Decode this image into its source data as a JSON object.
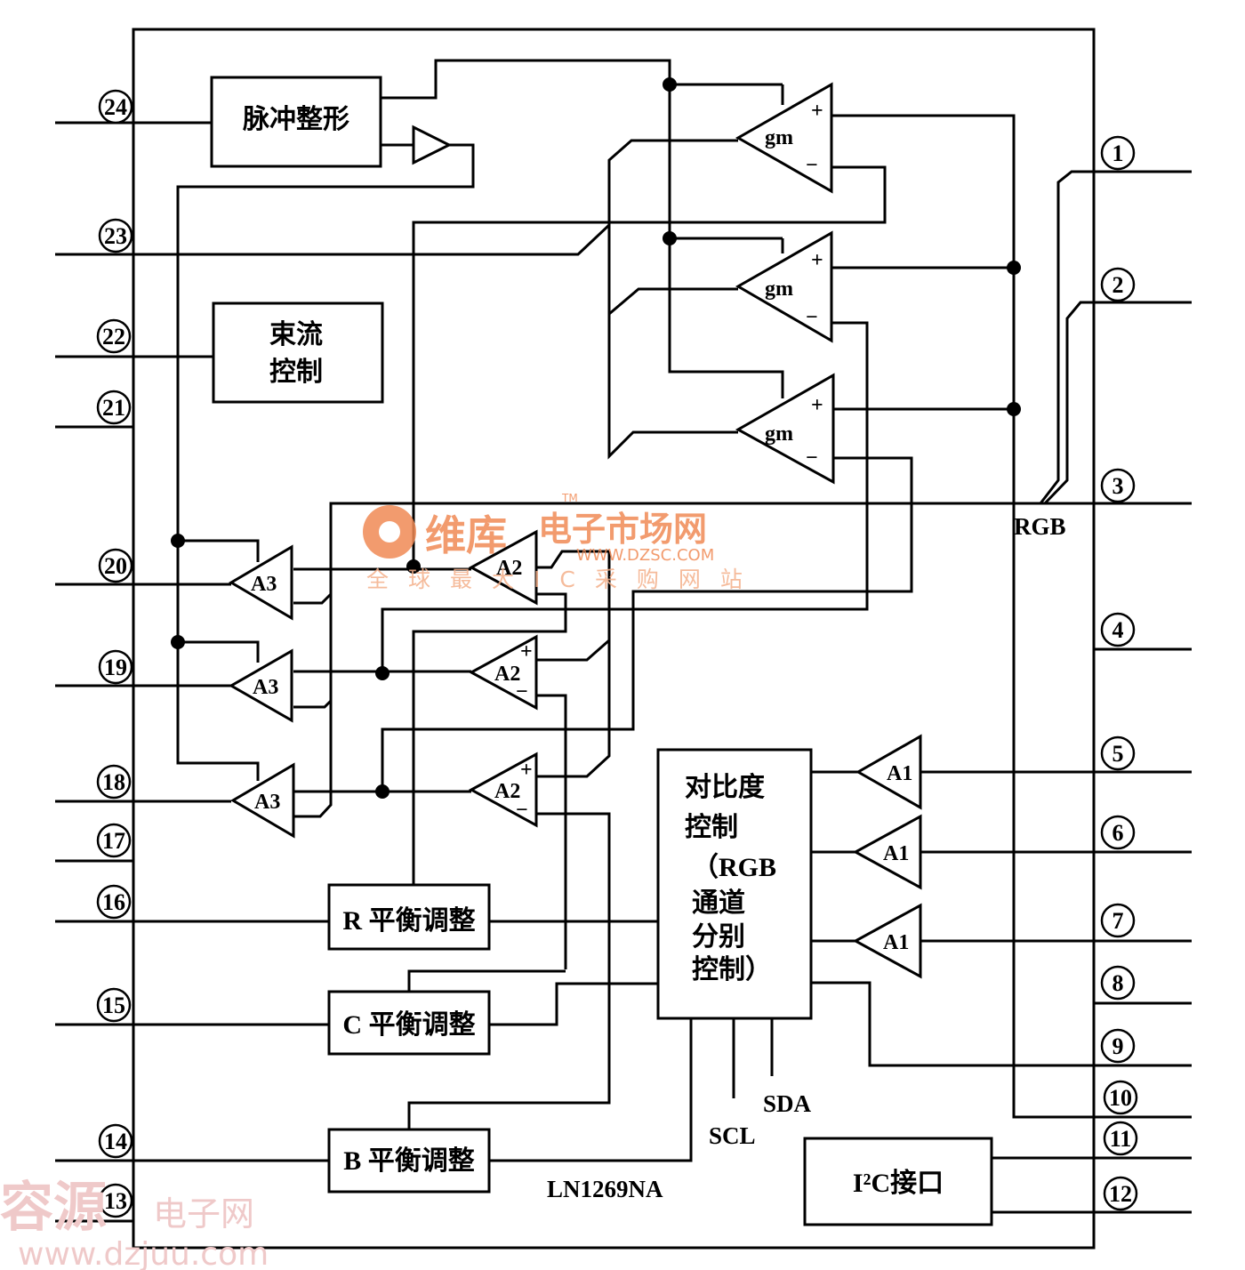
{
  "pins": {
    "p1": "1",
    "p2": "2",
    "p3": "3",
    "p4": "4",
    "p5": "5",
    "p6": "6",
    "p7": "7",
    "p8": "8",
    "p9": "9",
    "p10": "10",
    "p11": "11",
    "p12": "12",
    "p13": "13",
    "p14": "14",
    "p15": "15",
    "p16": "16",
    "p17": "17",
    "p18": "18",
    "p19": "19",
    "p20": "20",
    "p21": "21",
    "p22": "22",
    "p23": "23",
    "p24": "24"
  },
  "blocks": {
    "pulse_shaping": "脉冲整形",
    "beam_current_line1": "束流",
    "beam_current_line2": "控制",
    "contrast_lines": [
      "对比度",
      "控制",
      "（RGB",
      "通道",
      "分别",
      "控制）"
    ],
    "r_balance": "R 平衡调整",
    "c_balance": "C 平衡调整",
    "b_balance": "B 平衡调整",
    "i2c_interface": "I²C接口"
  },
  "amplifiers": {
    "gm": "gm",
    "a1": "A1",
    "a2": "A2",
    "a3": "A3",
    "plus": "+",
    "minus": "−"
  },
  "signals": {
    "rgb": "RGB",
    "scl": "SCL",
    "sda": "SDA",
    "chip_name": "LN1269NA"
  },
  "watermarks": {
    "brand_cn": "维库",
    "brand_market": "电子市场网",
    "tm": "TM",
    "brand_url": "WWW.DZSC.COM",
    "brand_slogan": "全球最大IC采购网站",
    "site2_cn": "容源",
    "site2_sub": "电子网",
    "site2_url": "www.dzjuu.com"
  }
}
